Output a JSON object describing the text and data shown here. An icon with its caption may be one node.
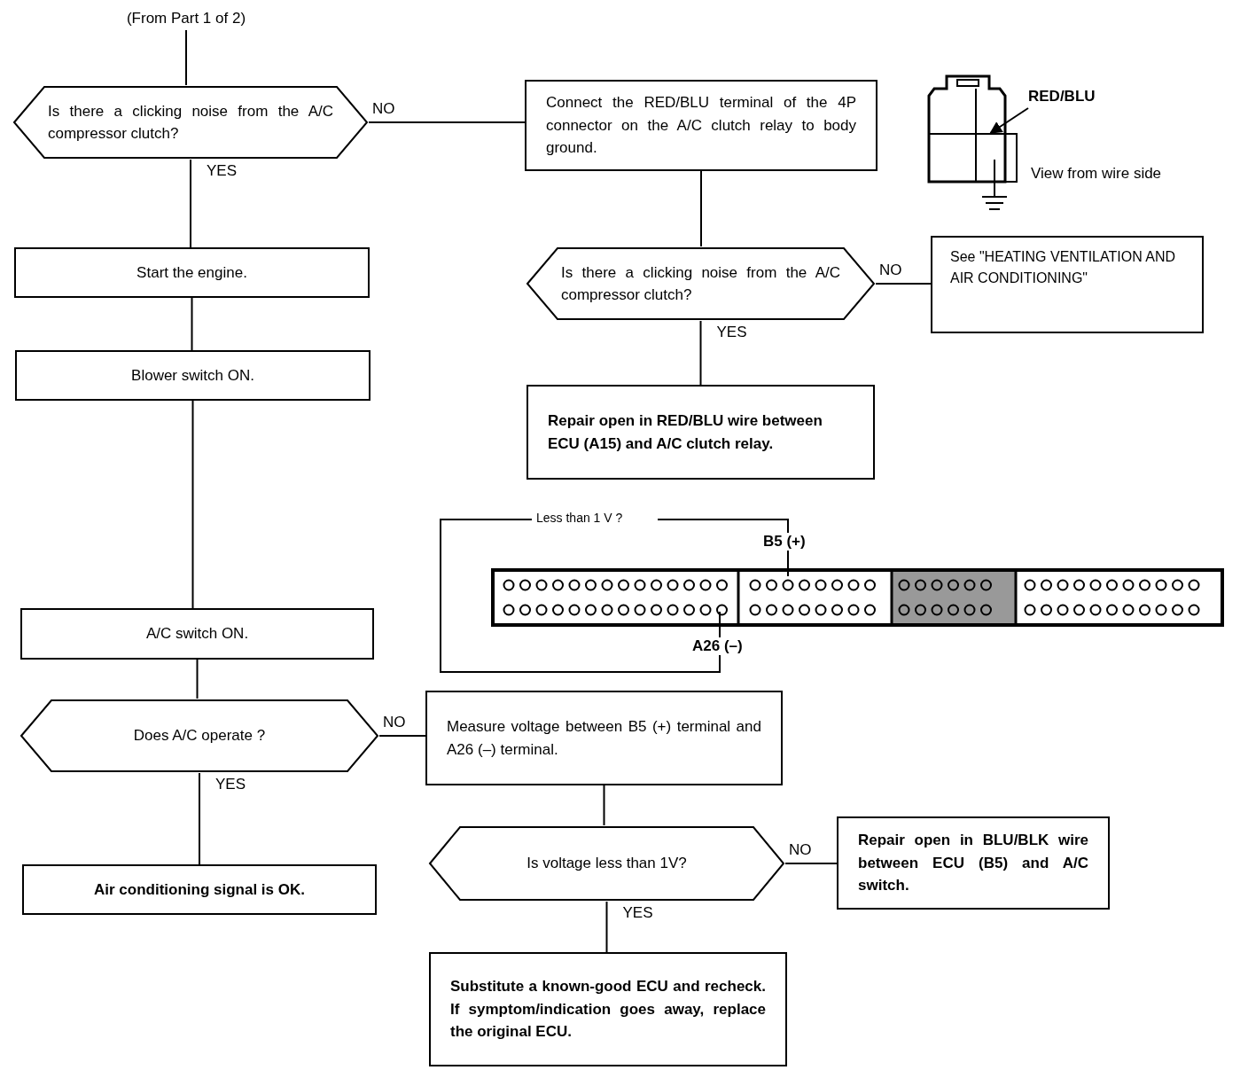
{
  "diagram": {
    "nodes": [
      {
        "text": [
          "(From Part 1 of 2)"
        ]
      },
      {
        "text": [
          "Is there a clicking noise from the A/C compressor clutch?"
        ]
      },
      {
        "text": [
          "Connect the RED/BLU terminal of the 4P connector on the A/C clutch relay to body ground."
        ]
      },
      {
        "text": [
          "Is there a clicking noise from the A/C compressor clutch?"
        ]
      },
      {
        "text": [
          "See \"HEATING VENTILATION AND AIR CONDITIONING\""
        ]
      },
      {
        "text": [
          "Repair open in RED/BLU wire between ECU (A15) and A/C clutch relay."
        ]
      },
      {
        "text": [
          "Start the engine."
        ]
      },
      {
        "text": [
          "Blower switch ON."
        ]
      },
      {
        "text": [
          "A/C switch ON."
        ]
      },
      {
        "text": [
          "Does A/C operate ?"
        ]
      },
      {
        "text": [
          "Air conditioning signal is OK."
        ]
      },
      {
        "text": [
          "Measure voltage between B5 (+) terminal and A26 (–) terminal."
        ]
      },
      {
        "text": [
          "Is voltage less than 1V?"
        ]
      },
      {
        "text": [
          "Repair open in BLU/BLK wire between ECU (B5) and A/C switch."
        ]
      },
      {
        "text": [
          "Substitute a known-good ECU and recheck. If symptom/indication goes away, replace the original ECU."
        ]
      },
      {
        "text": [
          "RED/BLU"
        ]
      },
      {
        "text": [],
        "shape": "box"
      }
    ],
    "edges": [
      {
        "from": 0,
        "to": 1,
        "arrow": "none"
      },
      {
        "from": 1,
        "to": 2,
        "arrow": "none",
        "label": "NO"
      },
      {
        "from": 1,
        "to": 6,
        "arrow": "none",
        "label": "YES"
      },
      {
        "from": 2,
        "to": 3,
        "arrow": "none"
      },
      {
        "from": 3,
        "to": 4,
        "arrow": "none",
        "label": "NO"
      },
      {
        "from": 3,
        "to": 5,
        "arrow": "none",
        "label": "YES"
      },
      {
        "from": 6,
        "to": 7,
        "arrow": "none"
      },
      {
        "from": 7,
        "to": 8,
        "arrow": "none"
      },
      {
        "from": 8,
        "to": 9,
        "arrow": "none"
      },
      {
        "from": 9,
        "to": 11,
        "arrow": "none",
        "label": "NO"
      },
      {
        "from": 9,
        "to": 10,
        "arrow": "none",
        "label": "YES"
      },
      {
        "from": 11,
        "to": 12,
        "arrow": "none"
      },
      {
        "from": 12,
        "to": 13,
        "arrow": "none",
        "label": "NO"
      },
      {
        "from": 12,
        "to": 14,
        "arrow": "none",
        "label": "YES"
      },
      {
        "from": 15,
        "to": 16,
        "arrow": "to"
      }
    ],
    "labels": [
      "View from wire side",
      "Less than 1 V ?",
      "B5 (+)",
      "A26 (–)"
    ]
  }
}
